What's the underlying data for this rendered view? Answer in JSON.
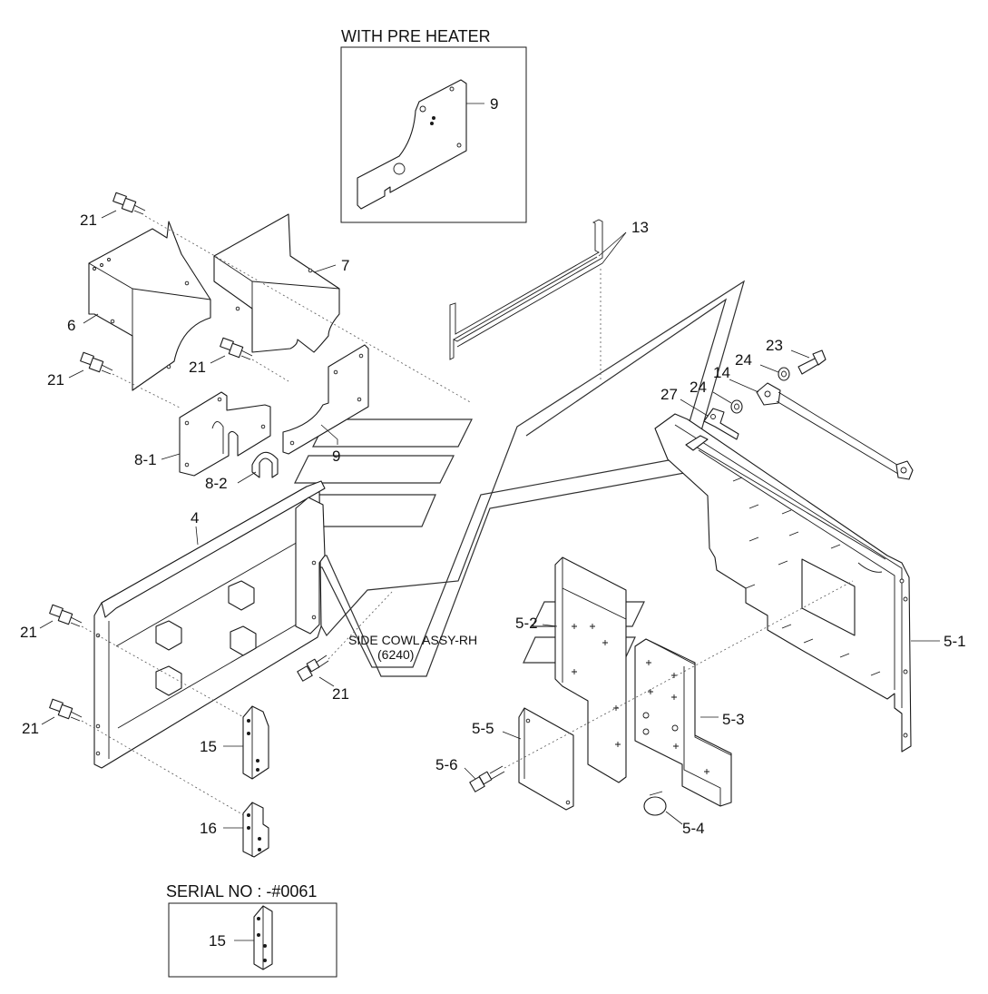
{
  "boxes": {
    "pre_heater_title": "WITH PRE HEATER",
    "serial_title": "SERIAL NO : -#0061"
  },
  "assembly_note": {
    "line1": "SIDE COWL ASSY-RH",
    "line2": "(6240)"
  },
  "callouts": {
    "c9_box": "9",
    "c13": "13",
    "c21_a": "21",
    "c7": "7",
    "c6": "6",
    "c21_b": "21",
    "c21_c": "21",
    "c9": "9",
    "c8_1": "8-1",
    "c8_2": "8-2",
    "c4": "4",
    "c23": "23",
    "c24_a": "24",
    "c14": "14",
    "c24_b": "24",
    "c27": "27",
    "c5_2": "5-2",
    "c5_1": "5-1",
    "c21_d": "21",
    "c21_e": "21",
    "c21_f": "21",
    "c15": "15",
    "c5_3": "5-3",
    "c5_5": "5-5",
    "c5_6": "5-6",
    "c16": "16",
    "c5_4": "5-4",
    "c15_box": "15"
  }
}
